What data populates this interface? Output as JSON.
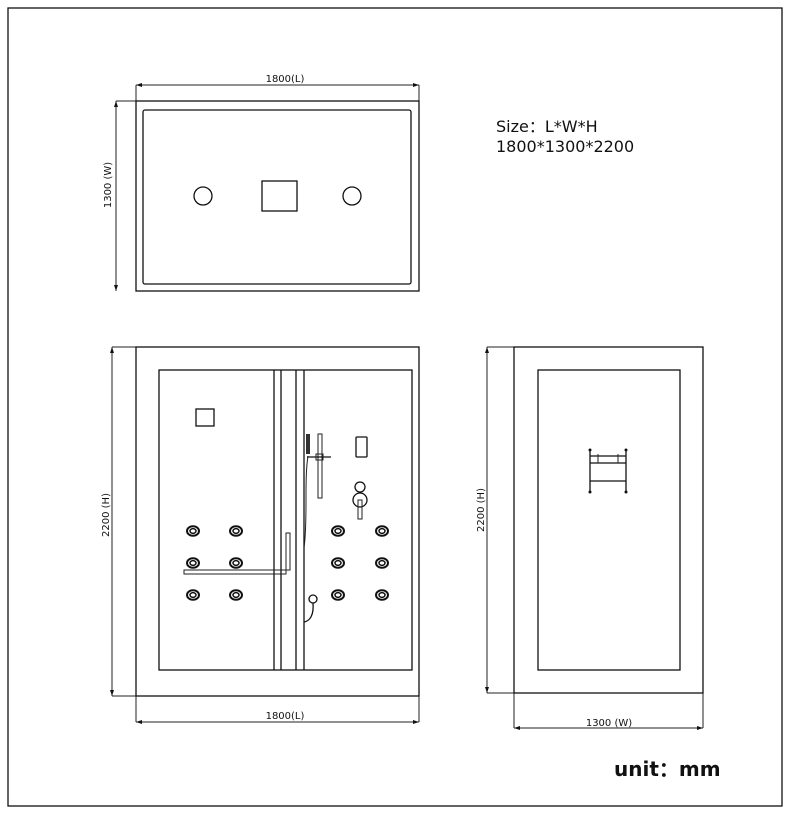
{
  "top_view": {
    "length_label": "1800(L)",
    "width_label": "1300 (W)"
  },
  "front_view": {
    "height_label": "2200 (H)",
    "length_label": "1800(L)"
  },
  "side_view": {
    "height_label": "2200 (H)",
    "width_label": "1300 (W)"
  },
  "size_info": {
    "line1": "Size：L*W*H",
    "line2": "1800*1300*2200"
  },
  "unit_label": "unit：mm"
}
